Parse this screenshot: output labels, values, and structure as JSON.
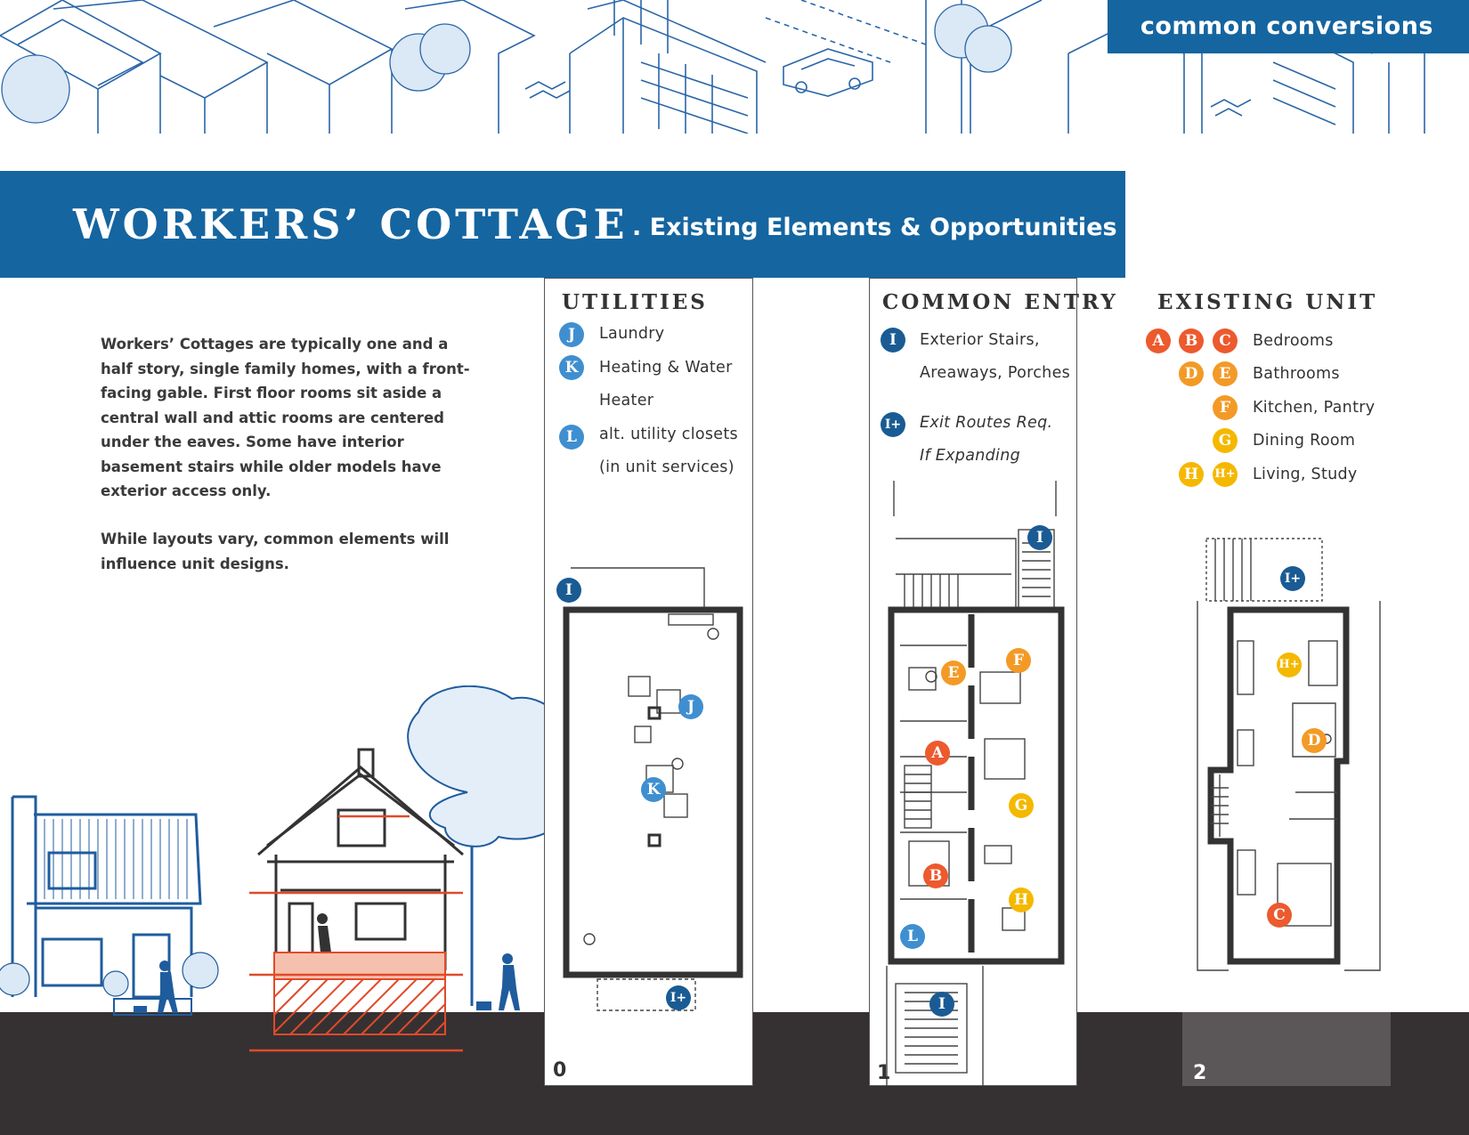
{
  "header": {
    "section_tab": "common conversions",
    "title": "WORKERS’ COTTAGE",
    "subtitle": ". Existing Elements & Opportunities"
  },
  "intro": {
    "paragraph1": "Workers’ Cottages are typically one and a half story, single family homes, with a front-facing gable. First floor rooms sit aside a central wall and attic rooms are centered under the eaves. Some have interior basement stairs while older models have exterior access only.",
    "paragraph2": "While layouts vary, common elements will influence unit designs."
  },
  "legend": {
    "utilities": {
      "heading": "UTILITIES",
      "items": [
        {
          "badge": "J",
          "label": "Laundry"
        },
        {
          "badge": "K",
          "label": "Heating & Water",
          "label2": "Heater"
        },
        {
          "badge": "L",
          "label": "alt. utility closets",
          "label2": "(in unit services)"
        }
      ]
    },
    "common_entry": {
      "heading": "COMMON ENTRY",
      "items": [
        {
          "badge": "I",
          "label": "Exterior Stairs,",
          "label2": "Areaways, Porches"
        },
        {
          "badge": "I+",
          "label": "Exit Routes Req.",
          "label2": "If Expanding"
        }
      ]
    },
    "existing_unit": {
      "heading": "EXISTING UNIT",
      "items": [
        {
          "badges": [
            "A",
            "B",
            "C"
          ],
          "label": "Bedrooms"
        },
        {
          "badges": [
            "D",
            "E"
          ],
          "label": "Bathrooms"
        },
        {
          "badges": [
            "F"
          ],
          "label": "Kitchen, Pantry"
        },
        {
          "badges": [
            "G"
          ],
          "label": "Dining Room"
        },
        {
          "badges": [
            "H",
            "H+"
          ],
          "label": "Living, Study"
        }
      ]
    }
  },
  "floors": [
    {
      "number": "0"
    },
    {
      "number": "1"
    },
    {
      "number": "2"
    }
  ],
  "colors": {
    "brand_blue": "#1565a0",
    "dark_blue_badge": "#1a5b94",
    "light_blue_badge": "#3f8fd0",
    "red_badge": "#ec5a2e",
    "orange_badge": "#f39a26",
    "yellow_badge": "#f5b800",
    "ground": "#353132"
  }
}
